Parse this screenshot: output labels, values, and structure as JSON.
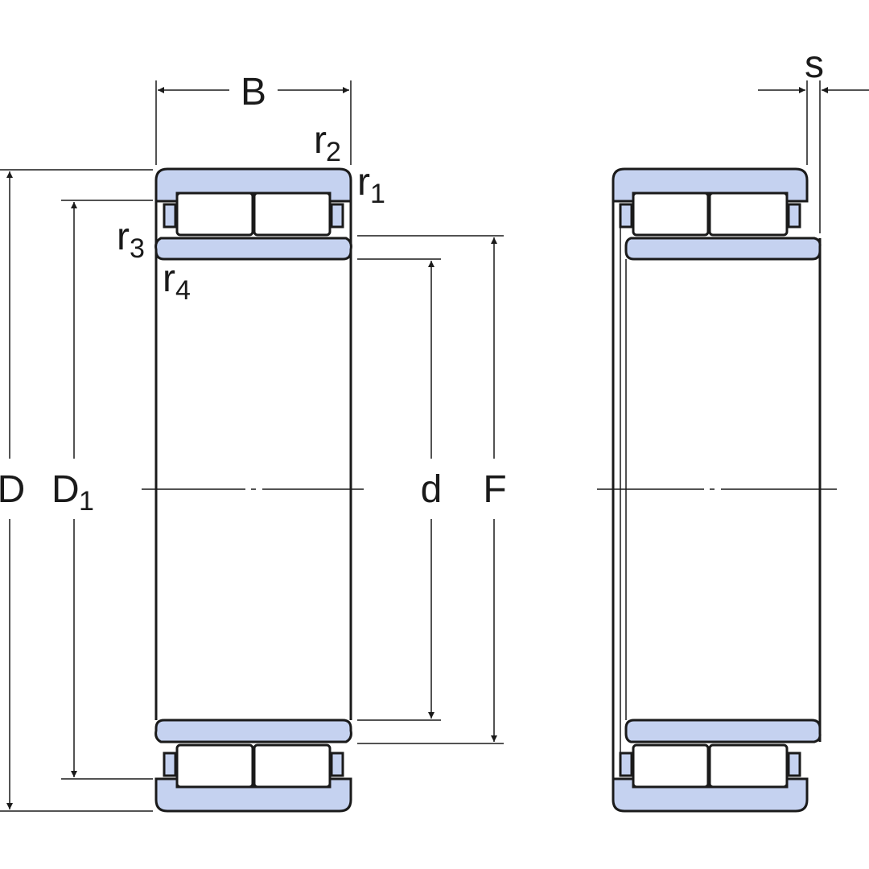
{
  "colors": {
    "ring_fill": "#c5d2f0",
    "line": "#1a1a1a",
    "background": "#ffffff"
  },
  "labels": {
    "B": "B",
    "s": "s",
    "r1": {
      "base": "r",
      "sub": "1"
    },
    "r2": {
      "base": "r",
      "sub": "2"
    },
    "r3": {
      "base": "r",
      "sub": "3"
    },
    "r4": {
      "base": "r",
      "sub": "4"
    },
    "D": "D",
    "D1": {
      "base": "D",
      "sub": "1"
    },
    "d": "d",
    "F": "F"
  }
}
